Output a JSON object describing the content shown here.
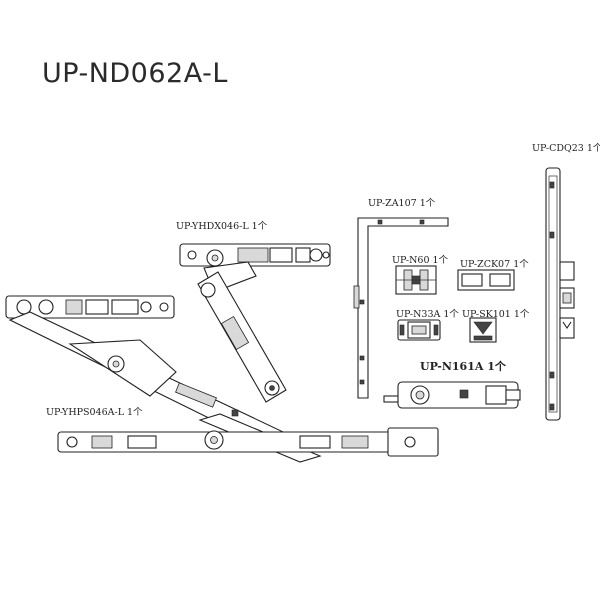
{
  "title": "UP-ND062A-L",
  "parts": [
    {
      "code": "UP-CDQ23",
      "qty": "1个"
    },
    {
      "code": "UP-ZA107",
      "qty": "1个"
    },
    {
      "code": "UP-YHDX046-L",
      "qty": "1个"
    },
    {
      "code": "UP-N60",
      "qty": "1个"
    },
    {
      "code": "UP-ZCK07",
      "qty": "1个"
    },
    {
      "code": "UP-N33A",
      "qty": "1个"
    },
    {
      "code": "UP-SK101",
      "qty": "1个"
    },
    {
      "code": "UP-N161A",
      "qty": "1个"
    },
    {
      "code": "UP-YHPS046A-L",
      "qty": "1个"
    }
  ]
}
